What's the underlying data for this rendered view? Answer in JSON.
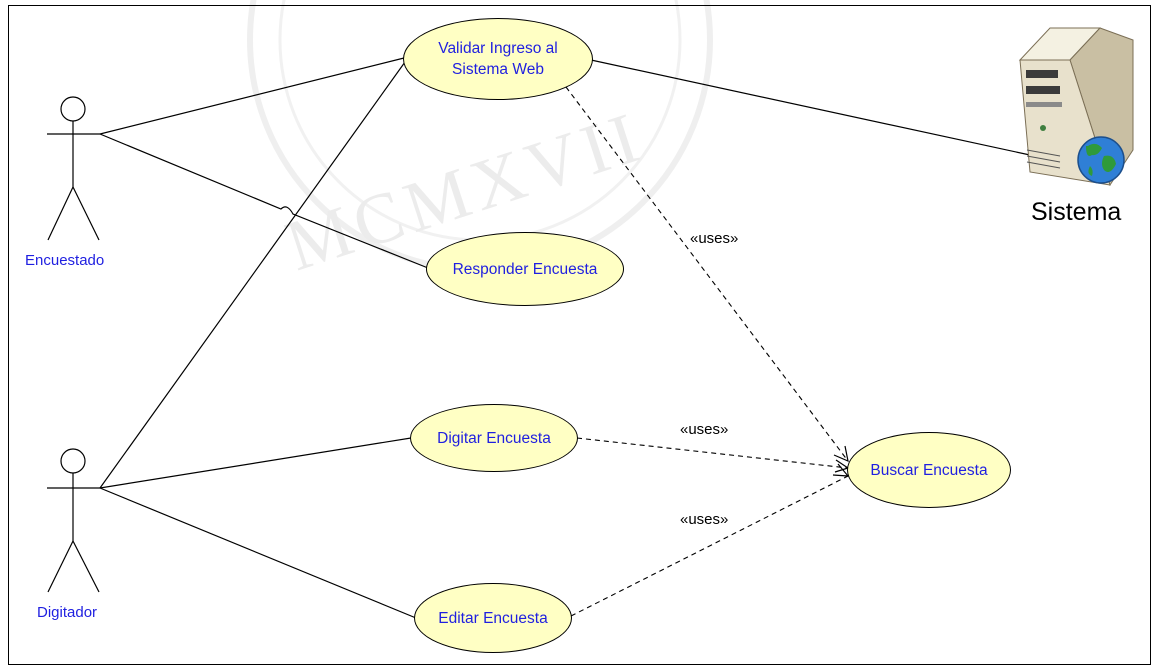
{
  "diagram": {
    "watermark_text": "MCMXVII",
    "actors": {
      "encuestado": "Encuestado",
      "digitador": "Digitador",
      "sistema": "Sistema"
    },
    "use_cases": {
      "validar": "Validar Ingreso al\nSistema Web",
      "responder": "Responder Encuesta",
      "digitar": "Digitar Encuesta",
      "editar": "Editar Encuesta",
      "buscar": "Buscar Encuesta"
    },
    "relations": {
      "uses_1": "«uses»",
      "uses_2": "«uses»",
      "uses_3": "«uses»"
    },
    "colors": {
      "usecase_fill": "#ffffc4",
      "label_text": "#1f1fe0",
      "line": "#000000"
    },
    "icons": [
      "server-icon",
      "globe-icon",
      "stick-figure-icon"
    ]
  }
}
